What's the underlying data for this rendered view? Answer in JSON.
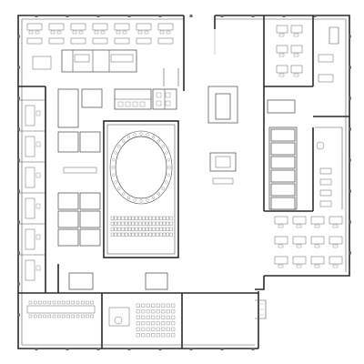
{
  "drawing": {
    "type": "architectural floor plan",
    "colors": {
      "background": "#ffffff",
      "walls": "#2a2a2a",
      "lines": "#555555",
      "furniture": "#666666"
    },
    "zones": [
      {
        "id": "north-west-wing"
      },
      {
        "id": "west-offices"
      },
      {
        "id": "central-core"
      },
      {
        "id": "oval-auditorium"
      },
      {
        "id": "seating-block"
      },
      {
        "id": "atrium"
      },
      {
        "id": "east-offices"
      },
      {
        "id": "east-open-workspace"
      },
      {
        "id": "south-meeting-room"
      },
      {
        "id": "south-lecture-room"
      },
      {
        "id": "south-west-offices"
      }
    ]
  }
}
